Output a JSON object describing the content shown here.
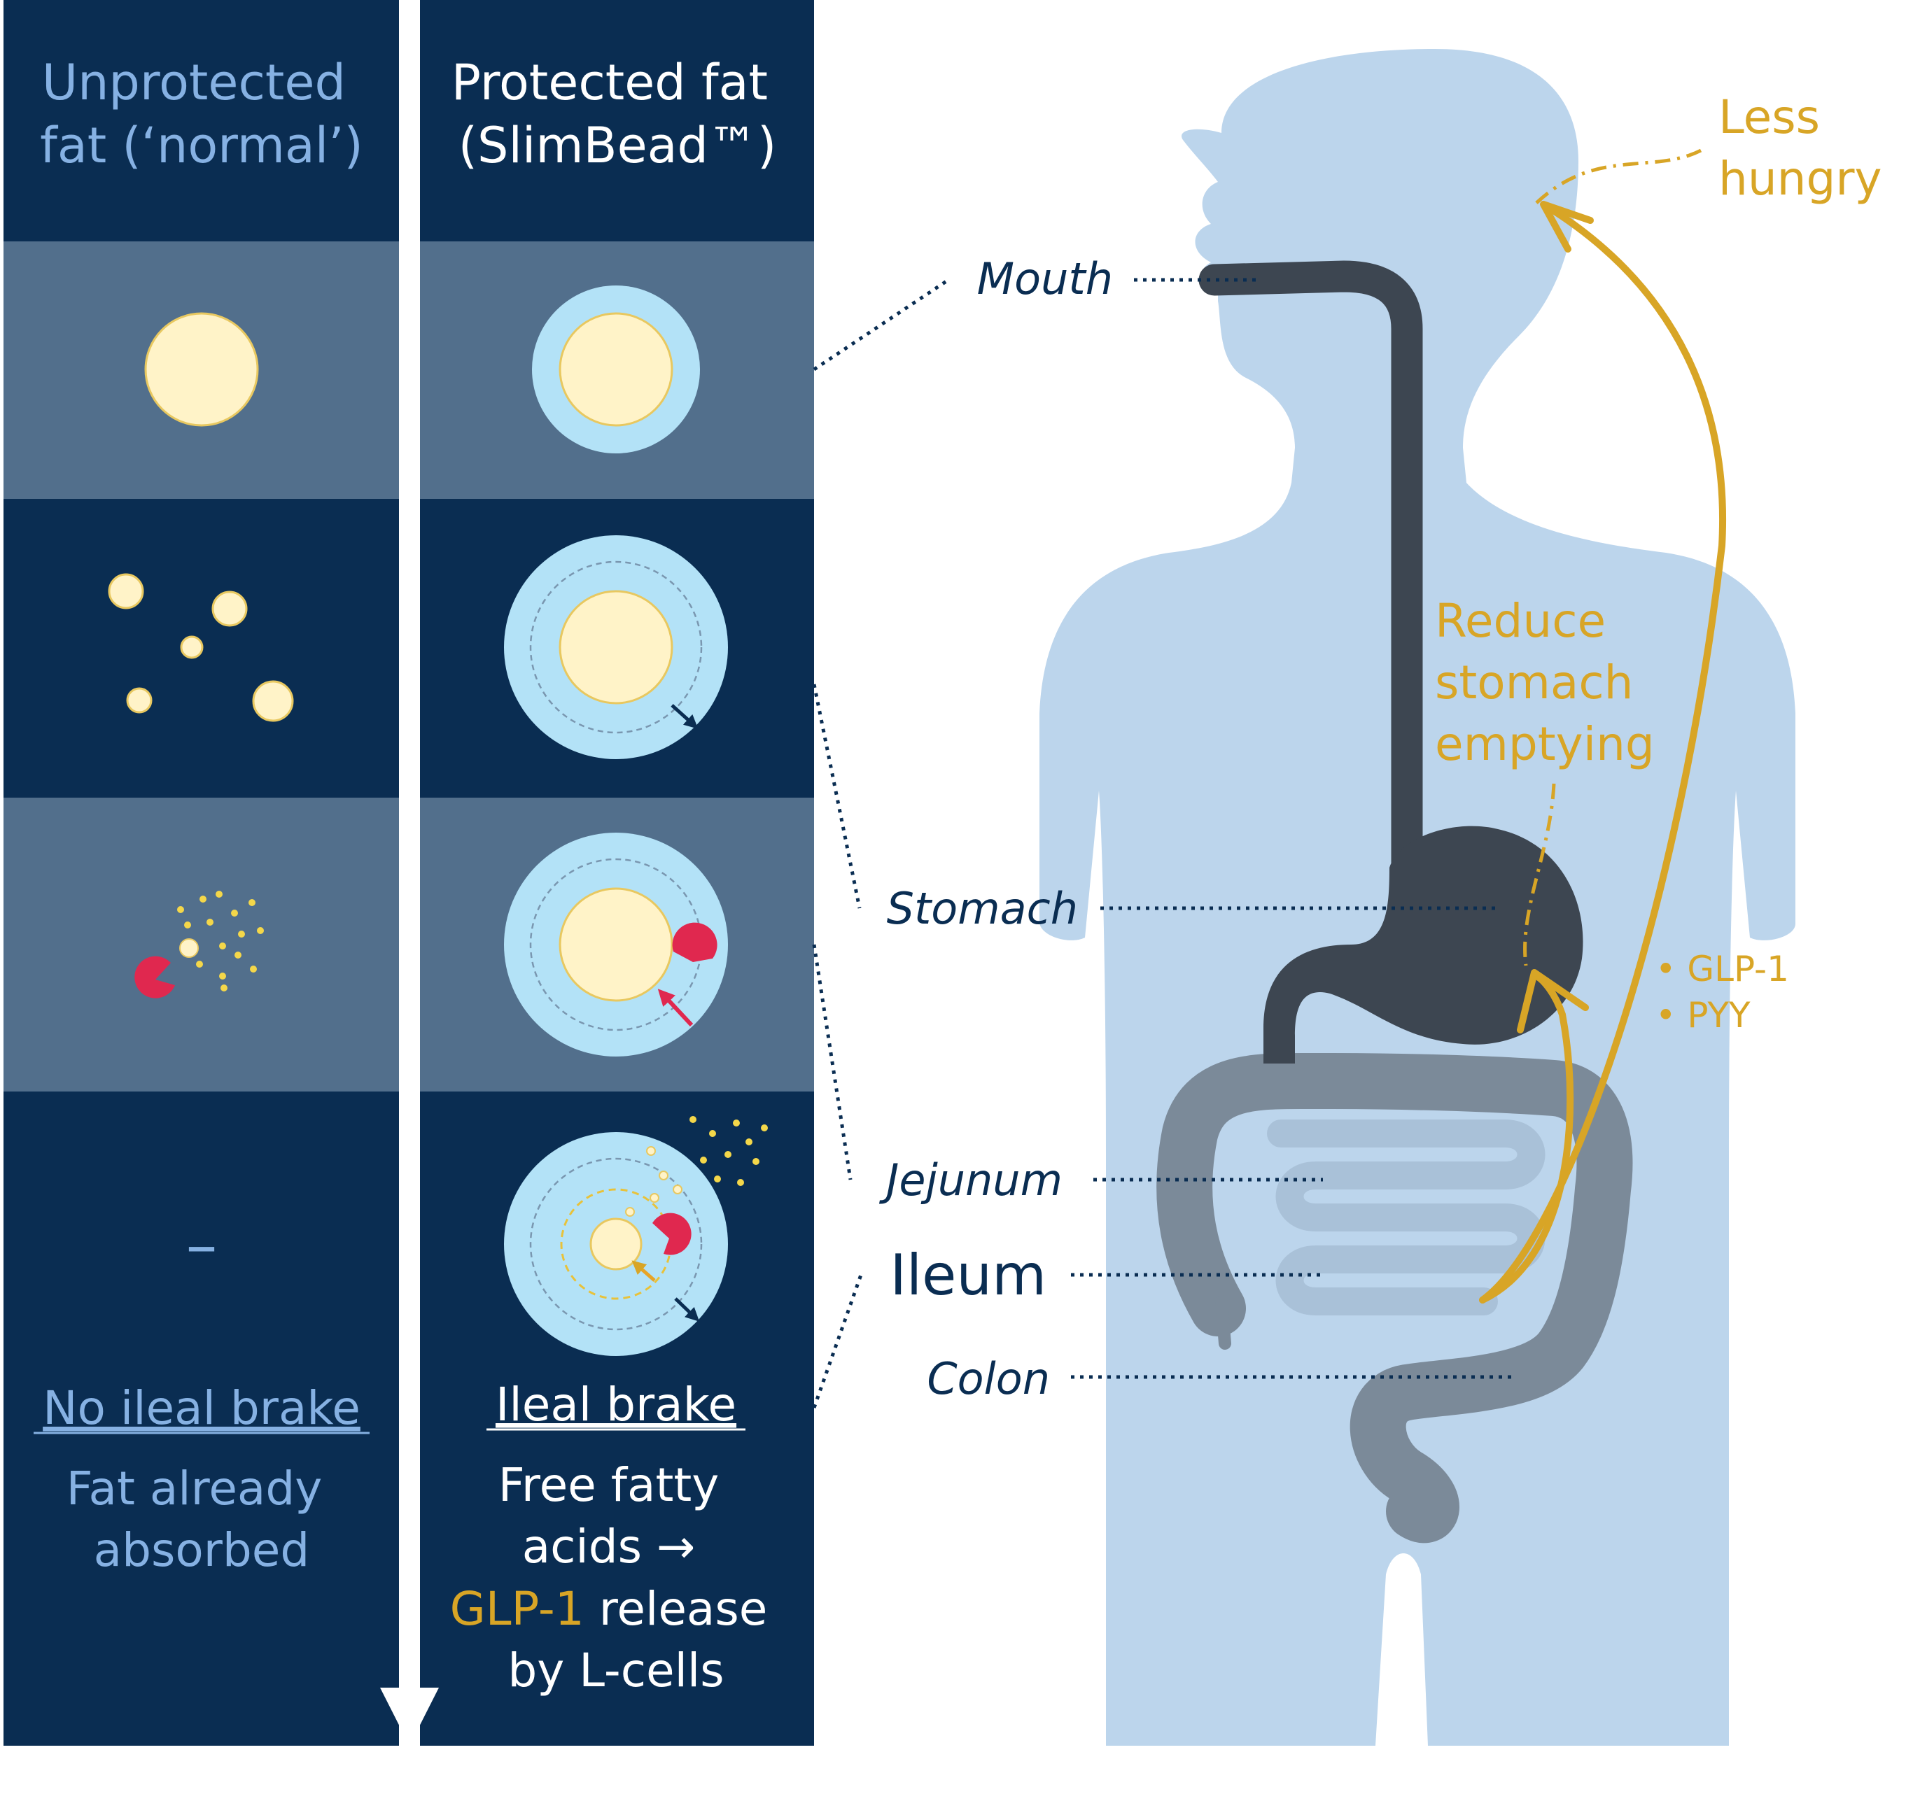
{
  "left_panel": {
    "unprotected_header": [
      "Unprotected",
      "fat (‘normal’)"
    ],
    "protected_header": [
      "Protected fat",
      "(SlimBead™)"
    ],
    "dash": "–",
    "no_brake_label": "No ileal brake",
    "no_brake_desc": [
      "Fat already",
      "absorbed"
    ],
    "brake_label": "Ileal brake",
    "brake_desc": {
      "line1": "Free fatty",
      "line2": "acids →",
      "glp1": "GLP-1",
      "line3_rest": " release",
      "line4": "by L-cells"
    }
  },
  "body_labels": {
    "mouth": "Mouth",
    "stomach": "Stomach",
    "jejunum": "Jejunum",
    "ileum": "Ileum",
    "colon": "Colon"
  },
  "effects": {
    "less_hungry": [
      "Less",
      "hungry"
    ],
    "reduce_emptying": [
      "Reduce",
      "stomach",
      "emptying"
    ],
    "hormones": [
      "• GLP-1",
      "• PYY"
    ]
  },
  "colors": {
    "navy": "#0a2d52",
    "slate": "#526f8c",
    "cream": "#fff3c8",
    "capsule": "#b3e2f7",
    "body": "#bcd5ec",
    "gut_dark": "#3d4651",
    "intestine": "#7b8a99",
    "gold": "#d8a526",
    "enzyme": "#e0284f",
    "light_blue_text": "#86b1e3"
  }
}
